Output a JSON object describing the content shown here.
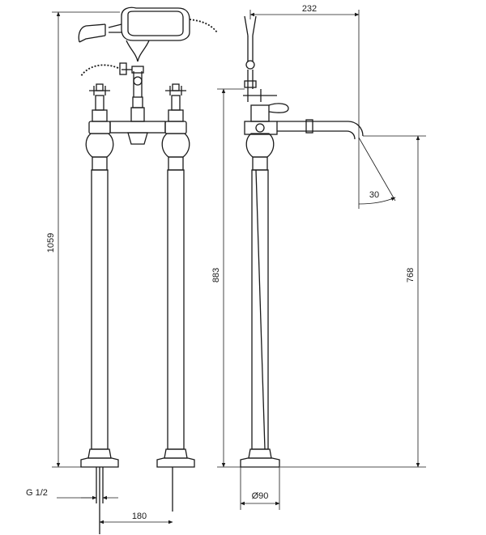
{
  "drawing": {
    "dimensions": {
      "overall_height": "1059",
      "tap_height": "883",
      "spout_outlet_height": "768",
      "spout_reach": "232",
      "spray_angle": "30",
      "inlet_thread": "G 1/2",
      "leg_centres": "180",
      "base_diameter": "Ø90"
    }
  }
}
